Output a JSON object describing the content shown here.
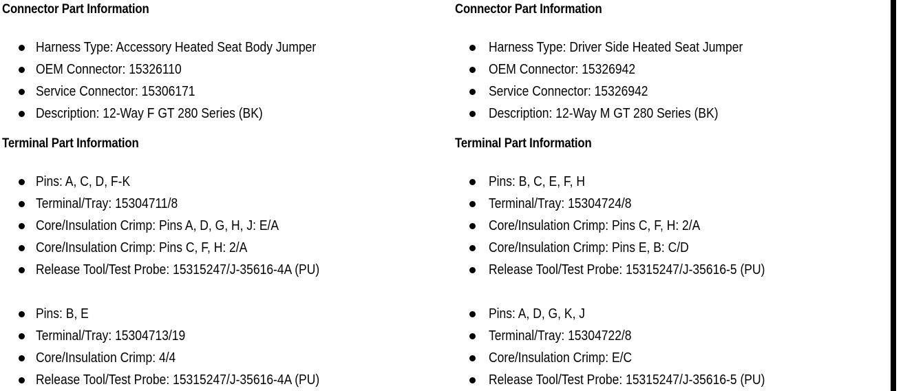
{
  "document": {
    "type": "connector-terminal-reference-sheet",
    "columns": 2,
    "rule_color": "#000000",
    "text_color": "#000000",
    "background_color": "#ffffff"
  },
  "left_column": {
    "connector": {
      "title": "Connector Part Information",
      "items": [
        "Harness Type: Accessory Heated Seat Body Jumper",
        "OEM Connector: 15326110",
        "Service Connector: 15306171",
        "Description: 12-Way F GT 280 Series (BK)"
      ]
    },
    "terminal": {
      "title": "Terminal Part Information",
      "groups": [
        {
          "items": [
            "Pins: A, C, D, F-K",
            "Terminal/Tray: 15304711/8",
            "Core/Insulation Crimp: Pins A, D, G, H, J: E/A",
            "Core/Insulation Crimp: Pins C, F, H: 2/A",
            "Release Tool/Test Probe: 15315247/J-35616-4A (PU)"
          ]
        },
        {
          "items": [
            "Pins: B, E",
            "Terminal/Tray: 15304713/19",
            "Core/Insulation Crimp: 4/4",
            "Release Tool/Test Probe: 15315247/J-35616-4A (PU)"
          ]
        }
      ]
    }
  },
  "right_column": {
    "connector": {
      "title": "Connector Part Information",
      "items": [
        "Harness Type: Driver Side Heated Seat Jumper",
        "OEM Connector: 15326942",
        "Service Connector: 15326942",
        "Description: 12-Way M GT 280 Series (BK)"
      ]
    },
    "terminal": {
      "title": "Terminal Part Information",
      "groups": [
        {
          "items": [
            "Pins: B, C, E, F, H",
            "Terminal/Tray: 15304724/8",
            "Core/Insulation Crimp: Pins C, F, H: 2/A",
            "Core/Insulation Crimp: Pins E, B: C/D",
            "Release Tool/Test Probe: 15315247/J-35616-5 (PU)"
          ]
        },
        {
          "items": [
            "Pins: A, D, G, K, J",
            "Terminal/Tray: 15304722/8",
            "Core/Insulation Crimp: E/C",
            "Release Tool/Test Probe: 15315247/J-35616-5 (PU)"
          ]
        }
      ]
    }
  }
}
